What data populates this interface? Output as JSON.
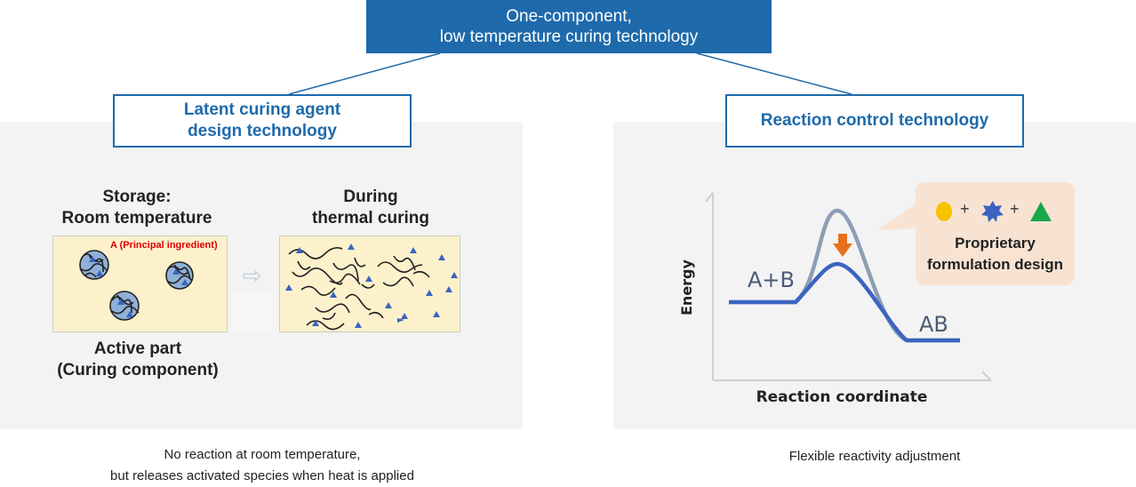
{
  "header": {
    "line1": "One-component,",
    "line2": "low temperature curing technology"
  },
  "left": {
    "title_line1": "Latent curing agent",
    "title_line2": "design technology",
    "storage_line1": "Storage:",
    "storage_line2": "Room temperature",
    "curing_line1": "During",
    "curing_line2": "thermal curing",
    "principal_tag": "A (Principal ingredient)",
    "active_line1": "Active part",
    "active_line2": "(Curing component)",
    "arrow_glyph": "⇨",
    "caption_line1": "No reaction at room temperature,",
    "caption_line2": "but releases activated species when heat is applied"
  },
  "right": {
    "title": "Reaction control technology",
    "plus": "+",
    "formula_line1": "Proprietary",
    "formula_line2": "formulation design",
    "reactant_label": "A+B",
    "product_label": "AB",
    "ylabel": "Energy",
    "xlabel": "Reaction coordinate",
    "caption": "Flexible reactivity adjustment"
  },
  "colors": {
    "brand_blue": "#1e6aab",
    "curve_high": "#8c9db5",
    "curve_low": "#3a64c0",
    "arrow_orange": "#e8701a",
    "circle_yellow": "#f7c400",
    "star_blue": "#3a64c0",
    "triangle_green": "#1aa64a"
  }
}
